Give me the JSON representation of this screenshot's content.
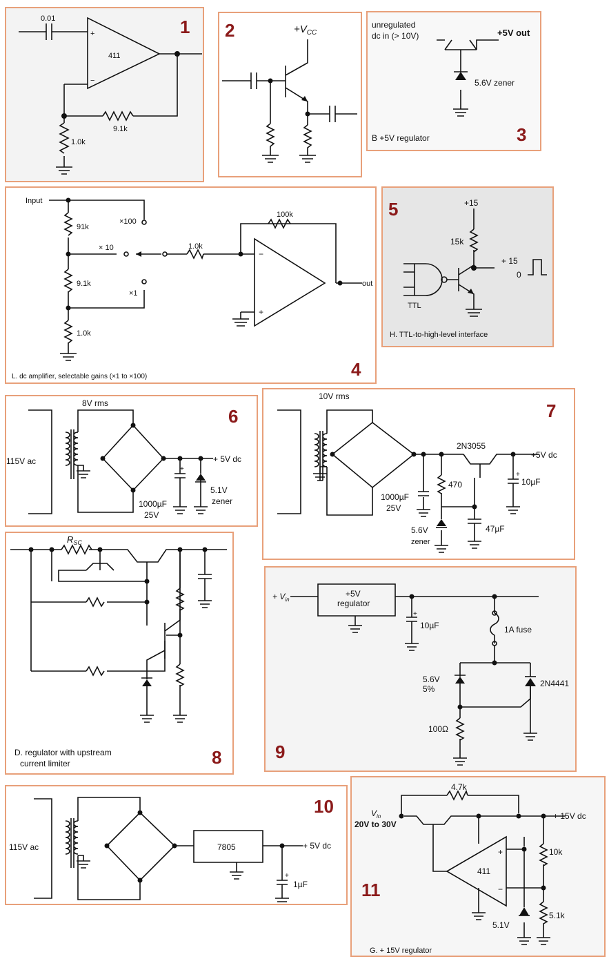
{
  "panels": [
    {
      "number": "1",
      "labels": {
        "cap": "0.01",
        "plus": "+",
        "minus": "−",
        "opamp": "411",
        "rf": "9.1k",
        "rg": "1.0k"
      }
    },
    {
      "number": "2",
      "labels": {
        "vcc": "+V",
        "vcc_sub": "CC"
      }
    },
    {
      "number": "3",
      "labels": {
        "in_line1": "unregulated",
        "in_line2": "dc in (> 10V)",
        "out": "+5V out",
        "zener": "5.6V zener",
        "caption": "B +5V regulator"
      }
    },
    {
      "number": "4",
      "labels": {
        "input": "Input",
        "r1": "91k",
        "r2": "9.1k",
        "r3": "1.0k",
        "x100": "×100",
        "x10": "× 10",
        "x1": "×1",
        "rin": "1.0k",
        "rf": "100k",
        "minus": "−",
        "plus": "+",
        "out": "out",
        "caption": "L. dc amplifier, selectable gains (×1 to ×100)"
      }
    },
    {
      "number": "5",
      "labels": {
        "v15a": "+15",
        "r": "15k",
        "v15b": "+ 15",
        "zero": "0",
        "ttl": "TTL",
        "caption": "H. TTL-to-high-level interface"
      }
    },
    {
      "number": "6",
      "labels": {
        "vac": "8V rms",
        "mains": "115V ac",
        "out": "+ 5V dc",
        "cap": "1000µF",
        "capv": "25V",
        "zener": "5.1V",
        "zener2": "zener",
        "plus": "+"
      }
    },
    {
      "number": "7",
      "labels": {
        "vac": "10V rms",
        "transistor": "2N3055",
        "out": "+5V dc",
        "c1": "1000µF",
        "c1v": "25V",
        "r": "470",
        "c2": "10µF",
        "c3": "47µF",
        "z1": "5.6V",
        "z2": "zener",
        "plus": "+"
      }
    },
    {
      "number": "8",
      "labels": {
        "rsc": "R",
        "rsc_sub": "SC",
        "caption1": "D. regulator with upstream",
        "caption2": "current limiter"
      }
    },
    {
      "number": "9",
      "labels": {
        "vin": "+ V",
        "vin_sub": "in",
        "reg1": "+5V",
        "reg2": "regulator",
        "cap": "10µF",
        "fuse": "1A fuse",
        "z1": "5.6V",
        "z2": "5%",
        "scr": "2N4441",
        "r": "100Ω",
        "plus": "+"
      }
    },
    {
      "number": "10",
      "labels": {
        "mains": "115V ac",
        "reg": "7805",
        "out": "+ 5V dc",
        "cap": "1µF",
        "plus": "+"
      }
    },
    {
      "number": "11",
      "labels": {
        "r1": "4.7k",
        "vin": "V",
        "vin_sub": "in",
        "vin_range": "20V to 30V",
        "out": "+ 15V dc",
        "opamp": "411",
        "r2": "10k",
        "r3": "5.1k",
        "zener": "5.1V",
        "plus": "+",
        "minus": "−",
        "caption": "G. + 15V regulator"
      }
    }
  ]
}
